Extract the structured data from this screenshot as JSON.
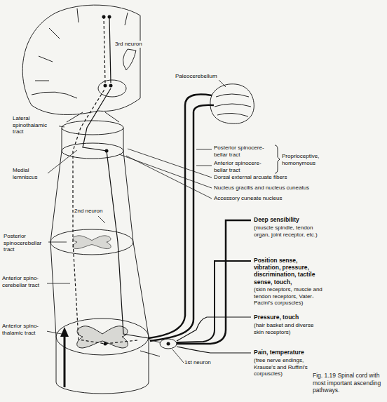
{
  "diagram": {
    "caption": "Fig. 1.19 Spinal cord with most important ascending pathways.",
    "labels": [
      "3rd neuron",
      "Paleocerebellum",
      "Lateral spinothalamic tract",
      "Medial lemniscus",
      "2nd neuron",
      "Posterior spinocerebellar tract",
      "Anterior spino- cerebellar tract",
      "Anterior spino- thalamic tract",
      "1st neuron",
      "Posterior spinocere- bellar tract",
      "Anterior spinocere- bellar tract",
      "Proprioceptive, homonymous",
      "Dorsal external arcuate fibers",
      "Nucleus gracilis and nucleus cuneatus",
      "Accessory cuneate nucleus",
      "Deep sensibility",
      "(muscle spindle, tendon organ, joint receptor, etc.)",
      "Position sense, vibration, pressure, discrimination, tactile sense, touch,",
      "(skin receptors, muscle and tendon receptors, Vater-Pacini's corpuscles)",
      "Pressure, touch",
      "(hair basket and diverse skin receptors)",
      "Pain, temperature",
      "(free nerve endings, Krause's and Ruffini's corpuscles)"
    ]
  }
}
